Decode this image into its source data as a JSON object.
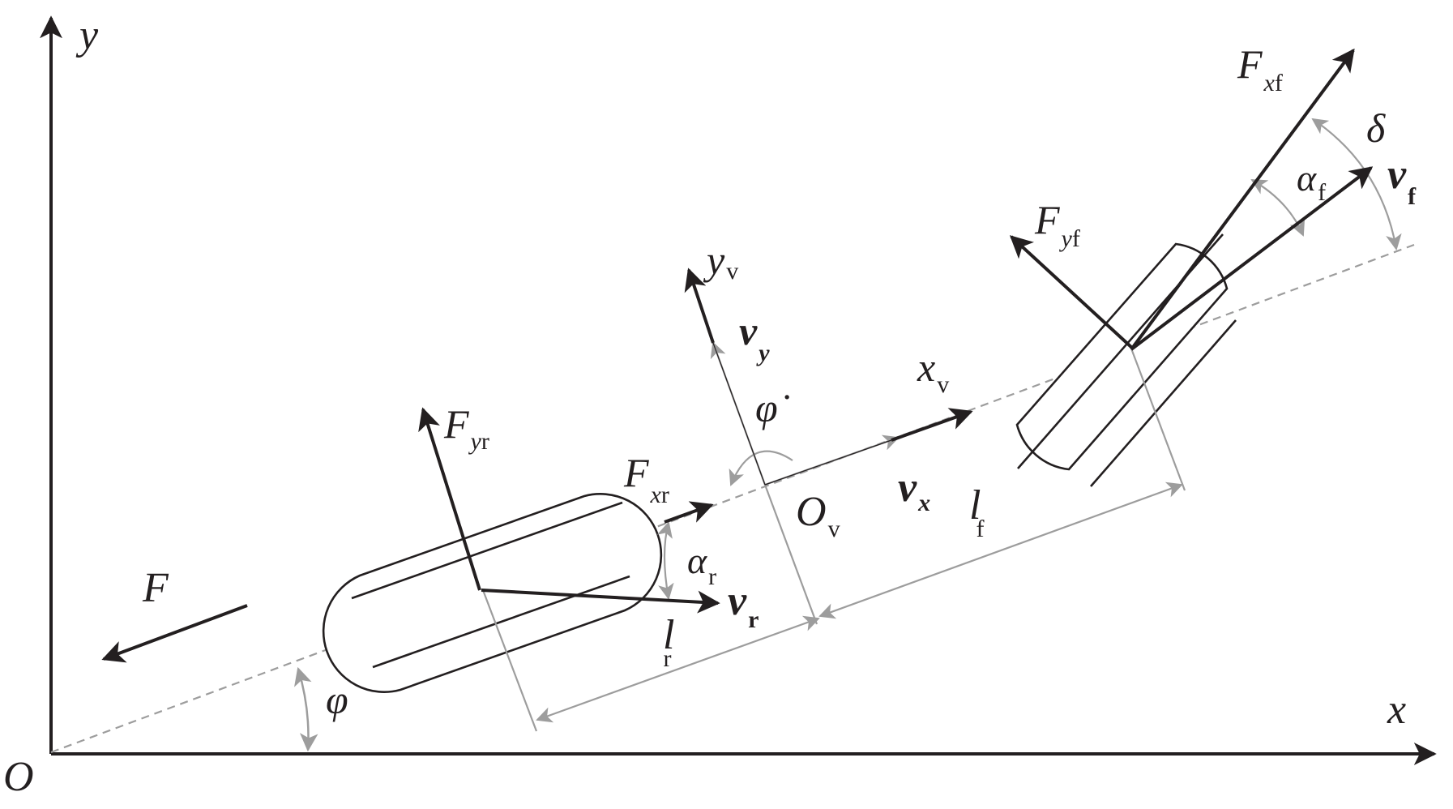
{
  "colors": {
    "ink": "#231f20",
    "dim": "#9d9d9d"
  },
  "labels": {
    "y_axis": "y",
    "x_axis": "x",
    "origin": "O",
    "F": "F",
    "phi": "φ",
    "Fyr_main": "F",
    "Fyr_sub1": "y",
    "Fyr_sub2": "r",
    "Fxr_main": "F",
    "Fxr_sub1": "x",
    "Fxr_sub2": "r",
    "alpha_r_main": "α",
    "alpha_r_sub": "r",
    "vr_main": "v",
    "vr_sub": "r",
    "lr_main": "l",
    "lr_sub": "r",
    "yv_main": "y",
    "yv_sub": "v",
    "vy_main": "v",
    "vy_sub": "y",
    "phidot": "φ̇",
    "Ov_main": "O",
    "Ov_sub": "v",
    "xv_main": "x",
    "xv_sub": "v",
    "vx_main": "v",
    "vx_sub": "x",
    "lf_main": "l",
    "lf_sub": "f",
    "Fyf_main": "F",
    "Fyf_sub1": "y",
    "Fyf_sub2": "f",
    "Fxf_main": "F",
    "Fxf_sub1": "x",
    "Fxf_sub2": "f",
    "alpha_f_main": "α",
    "alpha_f_sub": "f",
    "delta": "δ",
    "vf_main": "v",
    "vf_sub": "f"
  }
}
